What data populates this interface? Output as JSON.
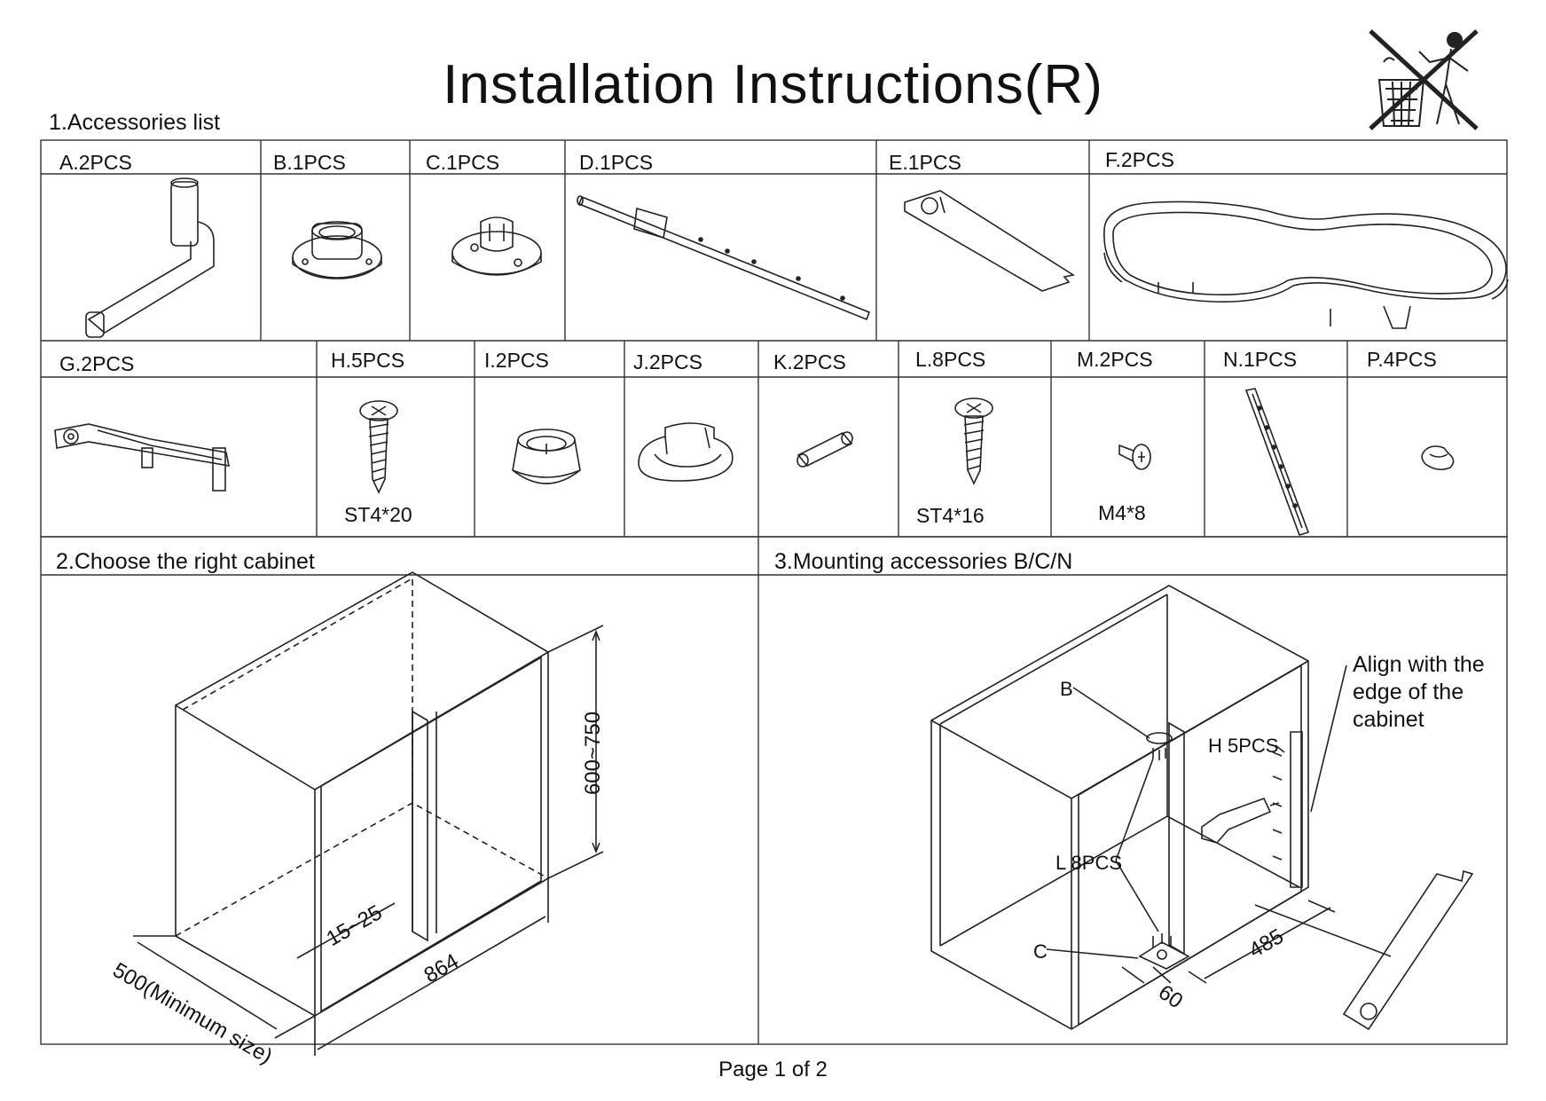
{
  "header": {
    "title": "Installation Instructions(R)",
    "recycle_icon": "no-trash-disposal-icon"
  },
  "sections": {
    "accessories": "1.Accessories list",
    "cabinet": "2.Choose the right cabinet",
    "mounting": "3.Mounting accessories B/C/N"
  },
  "accessories": {
    "row1": [
      "A.2PCS",
      "B.1PCS",
      "C.1PCS",
      "D.1PCS",
      "E.1PCS",
      "F.2PCS"
    ],
    "row2": [
      "G.2PCS",
      "H.5PCS",
      "I.2PCS",
      "J.2PCS",
      "K.2PCS",
      "L.8PCS",
      "M.2PCS",
      "N.1PCS",
      "P.4PCS"
    ],
    "codes": {
      "H": "ST4*20",
      "L": "ST4*16",
      "M": "M4*8"
    }
  },
  "cabinet_dims": {
    "height": "600~750",
    "gap": "15~25",
    "width": "864",
    "depth": "500(Minimum size)"
  },
  "mounting": {
    "note": [
      "Align with the",
      "edge of the",
      "cabinet"
    ],
    "callout_b": "B",
    "callout_h": "H 5PCS",
    "callout_l": "L 8PCS",
    "callout_c": "C",
    "dim_485": "485",
    "dim_60": "60"
  },
  "footer": {
    "page": "Page 1 of 2"
  }
}
